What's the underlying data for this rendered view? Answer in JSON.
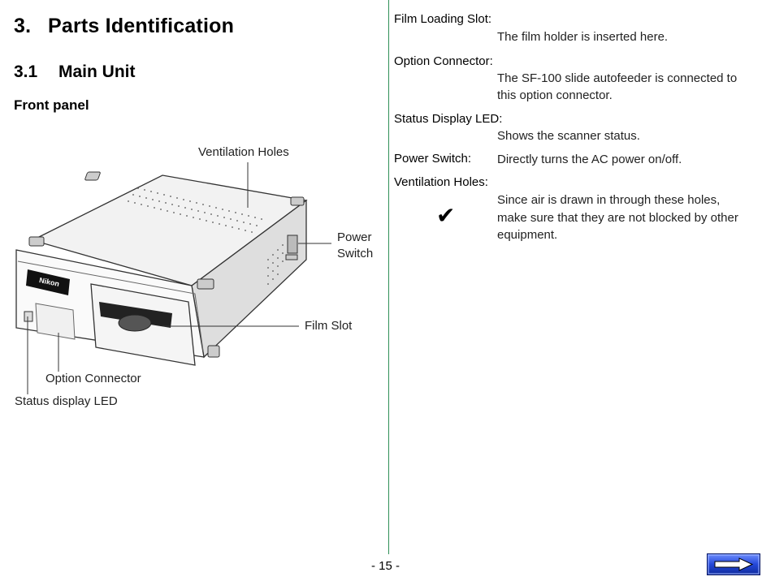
{
  "heading": {
    "number": "3.",
    "title": "Parts Identification"
  },
  "section": {
    "number": "3.1",
    "title": "Main Unit"
  },
  "subsection": "Front panel",
  "figure": {
    "brand": "Nikon",
    "callouts": {
      "ventilation": "Ventilation Holes",
      "power_line1": "Power",
      "power_line2": "Switch",
      "film_slot": "Film Slot",
      "option_connector": "Option Connector",
      "status_led": "Status display LED"
    }
  },
  "parts": [
    {
      "term": "Film Loading Slot:",
      "desc": "The film holder is inserted here."
    },
    {
      "term": "Option Connector:",
      "desc_line1": "The SF-100 slide autofeeder is connected to",
      "desc_line2": "this option connector."
    },
    {
      "term": "Status Display LED:",
      "desc": "Shows the scanner status."
    },
    {
      "term": "Power Switch:",
      "desc": "Directly turns the AC power on/off."
    },
    {
      "term": "Ventilation Holes:",
      "desc_line1": "Since air is drawn in through these holes,",
      "desc_line2": "make sure that they are not blocked by other",
      "desc_line3": "equipment."
    }
  ],
  "note_icon": "check-mark-icon",
  "check_glyph": "✔",
  "page_number": "- 15 -",
  "next_icon": "right-arrow-icon"
}
